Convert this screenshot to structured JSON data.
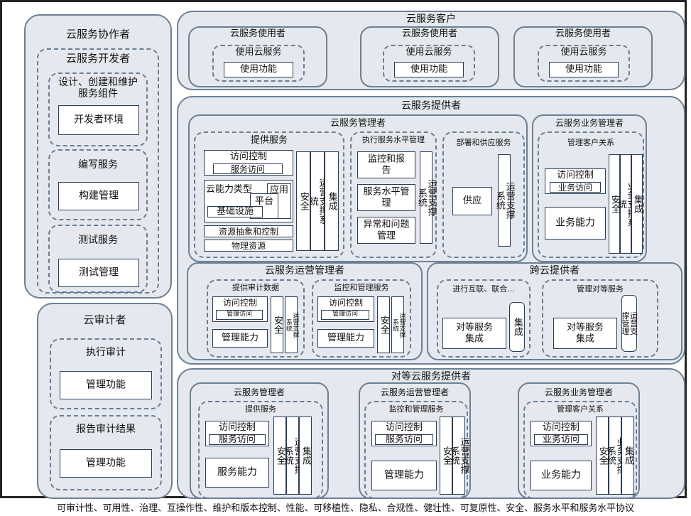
{
  "collaborator": {
    "title": "云服务协作者",
    "developer": {
      "title": "云服务开发者",
      "design": {
        "title": "设计、创建和维护服务组件",
        "box": "开发者环境"
      },
      "compose": {
        "title": "编写服务",
        "box": "构建管理"
      },
      "test": {
        "title": "测试服务",
        "box": "测试管理"
      }
    }
  },
  "auditor": {
    "title": "云审计者",
    "perform": {
      "title": "执行审计",
      "box": "管理功能"
    },
    "report": {
      "title": "报告审计结果",
      "box": "管理功能"
    }
  },
  "customer": {
    "title": "云服务客户",
    "users": [
      {
        "title": "云服务使用者",
        "inner": "使用云服务",
        "box": "使用功能"
      },
      {
        "title": "云服务使用者",
        "inner": "使用云服务",
        "box": "使用功能"
      },
      {
        "title": "云服务使用者",
        "inner": "使用云服务",
        "box": "使用功能"
      }
    ]
  },
  "provider": {
    "title": "云服务提供者",
    "manager": {
      "title": "云服务管理者",
      "provide": {
        "title": "提供服务",
        "access_control": "访问控制",
        "service_access": "服务访问",
        "capability_type": "云能力类型",
        "application": "应用",
        "platform": "平台",
        "infrastructure": "基础设施",
        "resource_abstraction": "资源抽象和控制",
        "physical_resources": "物理资源",
        "security": "安全",
        "ops_support": "运营支撑系统",
        "integration": "集成"
      },
      "sla": {
        "title": "执行服务水平管理",
        "monitoring": "监控和报告",
        "service_level": "服务水平管理",
        "exception": "异常和问题管理",
        "ops_support": "运营支撑系统"
      },
      "deploy": {
        "title": "部署和供应服务",
        "supply": "供应",
        "ops_support": "运营支撑系统"
      }
    },
    "business": {
      "title": "云服务业务管理者",
      "crm": "管理客户关系",
      "access_control": "访问控制",
      "business_access": "业务访问",
      "capability": "业务能力",
      "security": "安全",
      "ops_support": "业务支撑系统",
      "integration": "集成"
    },
    "operations": {
      "title": "云服务运营管理者",
      "audit": {
        "title": "提供审计数据",
        "access_control": "访问控制",
        "mgmt_access": "管理访问",
        "mgmt_capability": "管理能力",
        "security": "安全",
        "ops_support": "运营支撑系统"
      },
      "monitor": {
        "title": "监控和管理服务",
        "access_control": "访问控制",
        "mgmt_access": "管理访问",
        "mgmt_capability": "管理能力",
        "security": "安全",
        "ops_support": "运营支撑系统"
      }
    },
    "intercloud": {
      "title": "跨云提供者",
      "interconnect": {
        "title": "进行互联、联合...",
        "peer_integration": "对等服务集成",
        "integration": "集成"
      },
      "peer_mgmt": {
        "title": "管理对等服务",
        "peer_integration": "对等服务集成",
        "ops_mgmt": "运营支撑管理"
      }
    }
  },
  "peer": {
    "title": "对等云服务提供者",
    "manager": {
      "title": "云服务管理者",
      "sub": "提供服务",
      "access_control": "访问控制",
      "access": "服务访问",
      "capability": "服务能力",
      "security": "安全",
      "ops_support": "运营支撑系统",
      "integration": "集成"
    },
    "operations": {
      "title": "云服务运营管理者",
      "sub": "监控和管理服务",
      "access_control": "访问控制",
      "access": "服务访问",
      "capability": "管理能力",
      "security": "安全",
      "ops_support": "运营支撑系统"
    },
    "business": {
      "title": "云服务业务管理者",
      "sub": "管理客户关系",
      "access_control": "访问控制",
      "access": "业务访问",
      "capability": "业务能力",
      "security": "安全",
      "ops_support": "业务支撑系统",
      "integration": "集成"
    }
  },
  "footer": "可审计性、可用性、治理、互操作性、维护和版本控制、性能、可移植性、隐私、合规性、健壮性、可复原性、安全、服务水平和服务水平协议"
}
